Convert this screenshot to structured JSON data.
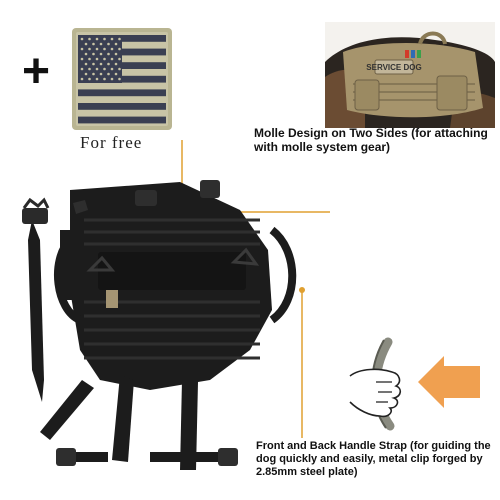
{
  "plus_sign": "+",
  "flag_patch": {
    "caption": "For free"
  },
  "callouts": {
    "molle": "Molle Design on Two Sides (for attaching with molle system gear)",
    "handle": "Front and Back Handle Strap (for guiding the dog quickly and easily, metal clip forged by 2.85mm steel plate)"
  },
  "photo_patch_text": "SERVICE DOG",
  "colors": {
    "leader_line": "#e0a030",
    "arrow": "#f0a050",
    "vest": "#1c1c1c",
    "flag_dark": "#3a3f52",
    "flag_light": "#c8c4a6",
    "photo_tan": "#a6946c"
  }
}
